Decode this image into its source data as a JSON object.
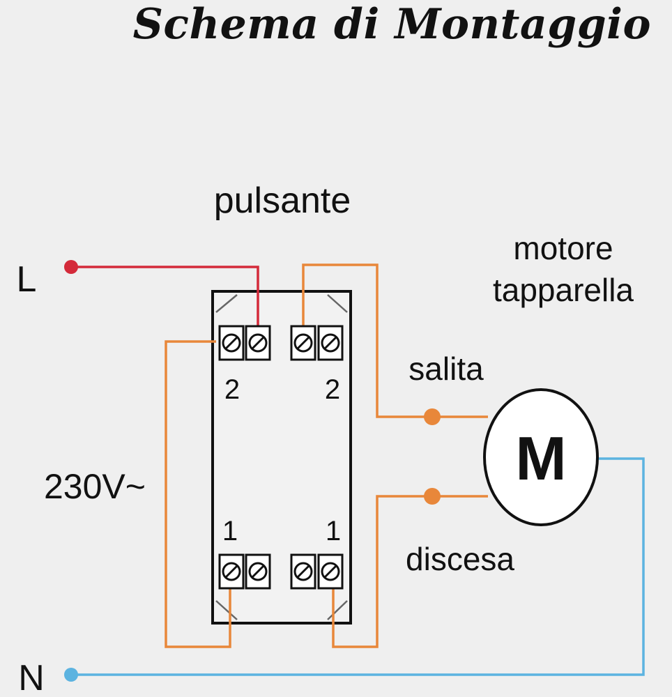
{
  "title": "Schema di Montaggio",
  "labels": {
    "switch": "pulsante",
    "motor_line1": "motore",
    "motor_line2": "tapparella",
    "line": "L",
    "neutral": "N",
    "voltage": "230V~",
    "up": "salita",
    "down": "discesa",
    "motor_symbol": "M",
    "terminal_top_left": "2",
    "terminal_top_right": "2",
    "terminal_bottom_left": "1",
    "terminal_bottom_right": "1"
  },
  "colors": {
    "phase_wire": "#d42a3a",
    "control_wire": "#e8873a",
    "neutral_wire": "#5cb3e0",
    "background": "#efefef"
  }
}
